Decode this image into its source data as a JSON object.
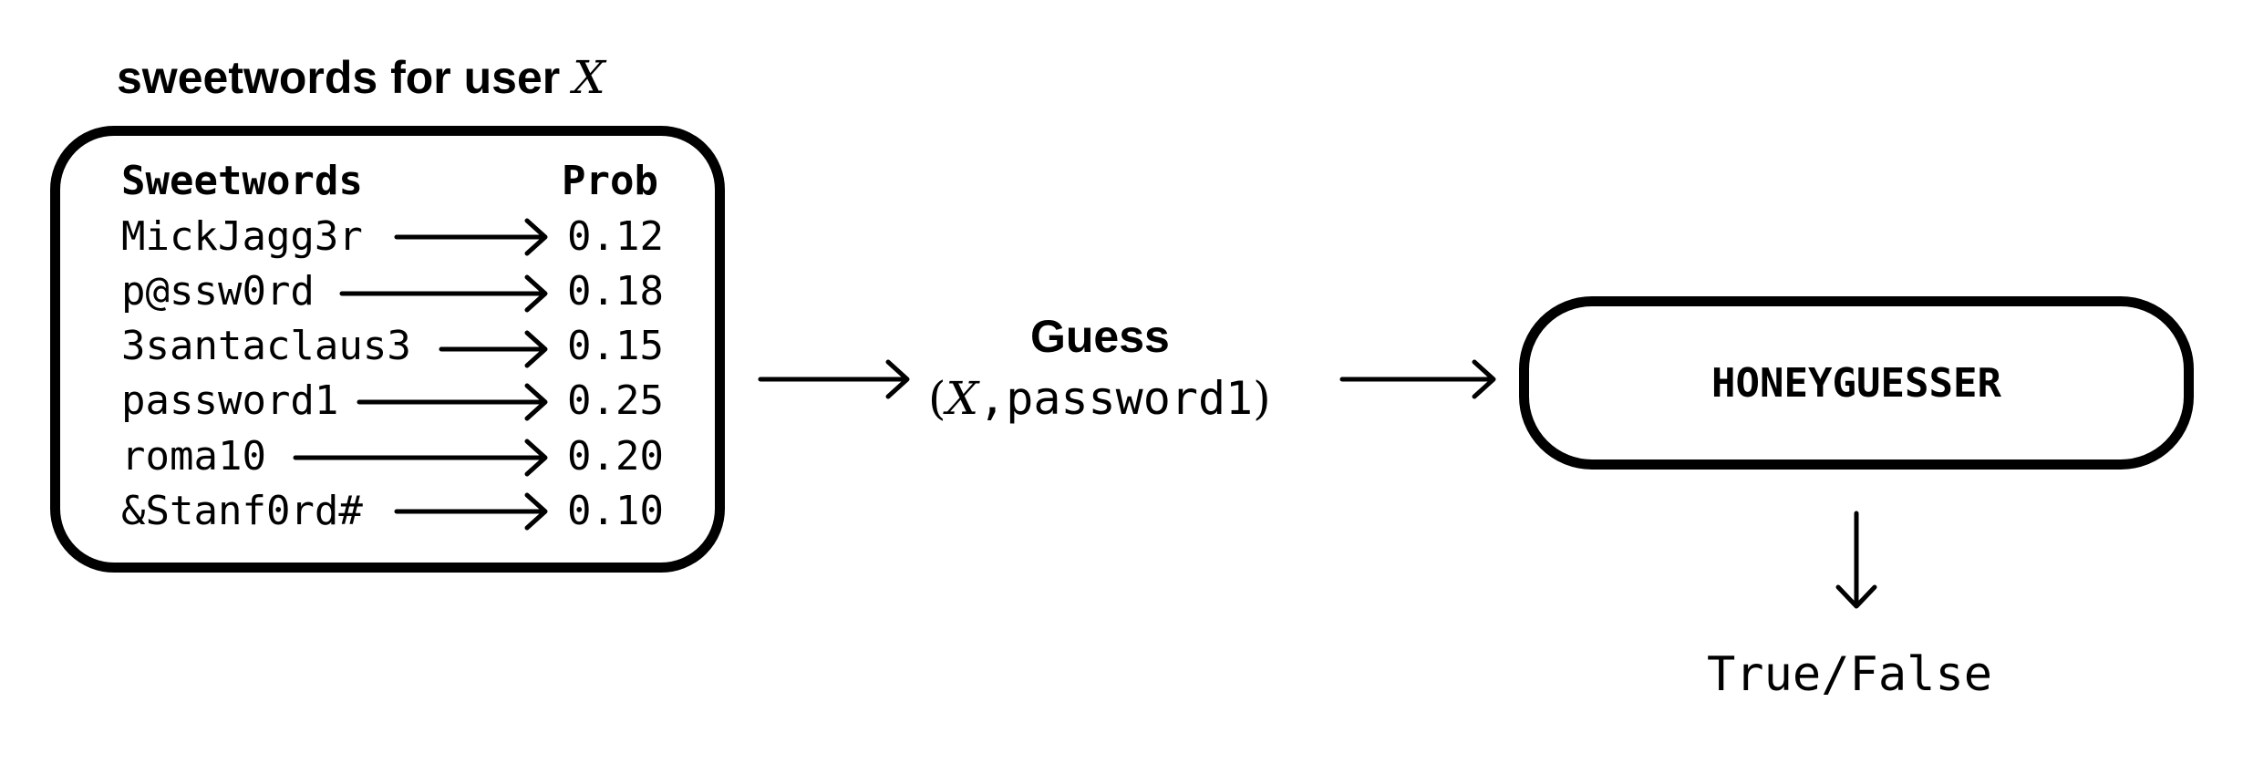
{
  "title": {
    "text": "sweetwords for user",
    "variable": "X"
  },
  "table": {
    "header_sweetwords": "Sweetwords",
    "header_prob": "Prob",
    "rows": [
      {
        "sweetword": "MickJagg3r",
        "prob": "0.12"
      },
      {
        "sweetword": "p@ssw0rd",
        "prob": "0.18"
      },
      {
        "sweetword": "3santaclaus3",
        "prob": "0.15"
      },
      {
        "sweetword": "password1",
        "prob": "0.25"
      },
      {
        "sweetword": "roma10",
        "prob": "0.20"
      },
      {
        "sweetword": "&Stanf0rd#",
        "prob": "0.10"
      }
    ]
  },
  "guess": {
    "label": "Guess",
    "open_paren": "(",
    "variable": "X",
    "separator": ",",
    "password": "password1",
    "close_paren": ")"
  },
  "honeyguesser": {
    "label": "HONEYGUESSER"
  },
  "result": {
    "label": "True/False"
  }
}
